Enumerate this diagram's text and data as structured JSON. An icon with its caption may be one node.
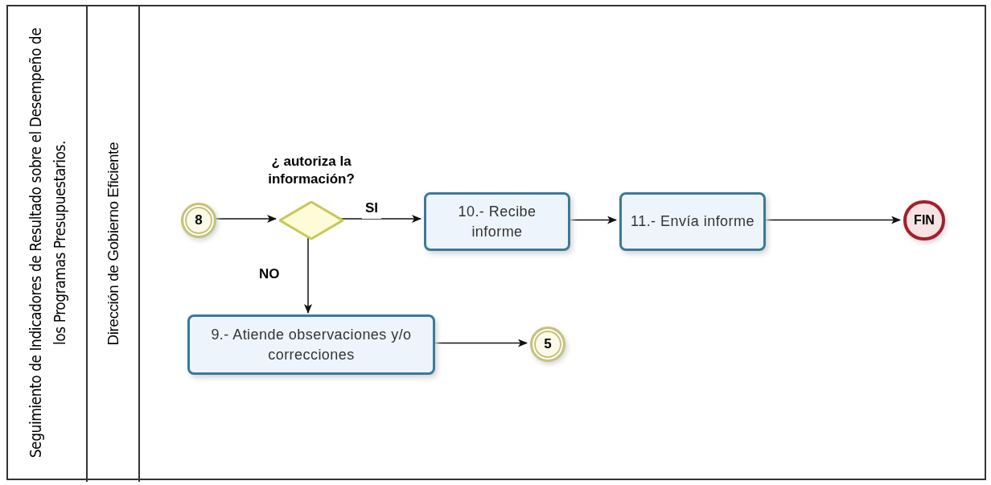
{
  "diagram": {
    "nodes": [
      {
        "text": [
          "Seguimiento de Indicadores de Resultado sobre el Desempeño de los Programas Presupuestarios."
        ]
      },
      {
        "text": [
          "Dirección de Gobierno Eficiente"
        ],
        "in": 0
      },
      {
        "text": [
          "8"
        ],
        "in": 1
      },
      {
        "text": [
          "¿ autoriza la información?"
        ],
        "in": 1
      },
      {
        "text": [
          "10.- Recibe informe"
        ],
        "in": 1
      },
      {
        "text": [
          "11.- Envía informe"
        ],
        "in": 1
      },
      {
        "text": [
          "FIN"
        ],
        "in": 1
      },
      {
        "text": [
          "9.- Atiende observaciones y/o correcciones"
        ],
        "in": 1
      },
      {
        "text": [
          "5"
        ],
        "in": 1
      }
    ],
    "edges": [
      {
        "from": 2,
        "to": 3,
        "arrow": "to"
      },
      {
        "from": 3,
        "to": 4,
        "arrow": "to",
        "label": "SI"
      },
      {
        "from": 4,
        "to": 5,
        "arrow": "to"
      },
      {
        "from": 5,
        "to": 6,
        "arrow": "to"
      },
      {
        "from": 3,
        "to": 7,
        "arrow": "to",
        "label": "NO"
      },
      {
        "from": 7,
        "to": 8,
        "arrow": "to"
      }
    ]
  }
}
